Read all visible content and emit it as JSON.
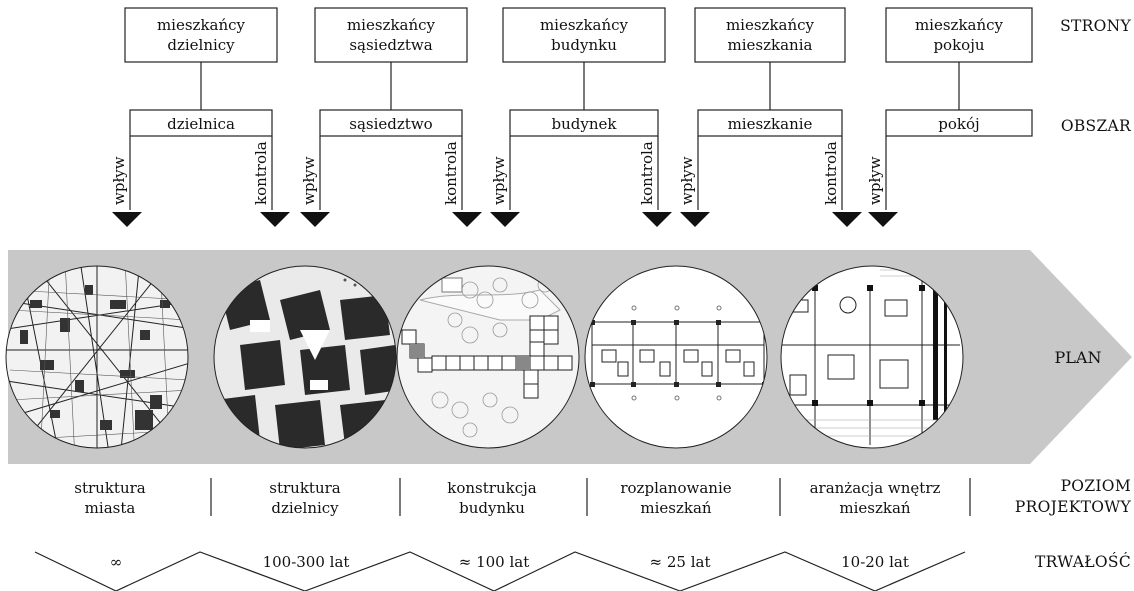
{
  "right_labels": {
    "strony": "STRONY",
    "obszar": "OBSZAR",
    "plan": "PLAN",
    "poziom_line1": "POZIOM",
    "poziom_line2": "PROJEKTOWY",
    "trwalosc": "TRWAŁOŚĆ"
  },
  "arrow_labels": {
    "influence": "wpływ",
    "control": "kontrola"
  },
  "columns": [
    {
      "party_line1": "mieszkańcy",
      "party_line2": "dzielnicy",
      "area": "dzielnica",
      "level_line1": "struktura",
      "level_line2": "miasta",
      "durability": "∞"
    },
    {
      "party_line1": "mieszkańcy",
      "party_line2": "sąsiedztwa",
      "area": "sąsiedztwo",
      "level_line1": "struktura",
      "level_line2": "dzielnicy",
      "durability": "100-300 lat"
    },
    {
      "party_line1": "mieszkańcy",
      "party_line2": "budynku",
      "area": "budynek",
      "level_line1": "konstrukcja",
      "level_line2": "budynku",
      "durability": "≈ 100 lat"
    },
    {
      "party_line1": "mieszkańcy",
      "party_line2": "mieszkania",
      "area": "mieszkanie",
      "level_line1": "rozplanowanie",
      "level_line2": "mieszkań",
      "durability": "≈ 25 lat"
    },
    {
      "party_line1": "mieszkańcy",
      "party_line2": "pokoju",
      "area": "pokój",
      "level_line1": "aranżacja wnętrz",
      "level_line2": "mieszkań",
      "durability": "10-20 lat"
    }
  ],
  "images": [
    "city-map-image",
    "district-map-image",
    "building-site-plan-image",
    "apartment-layout-plan-image",
    "interior-arrangement-plan-image"
  ],
  "colors": {
    "band": "#c8c8c8",
    "ink": "#111111"
  }
}
